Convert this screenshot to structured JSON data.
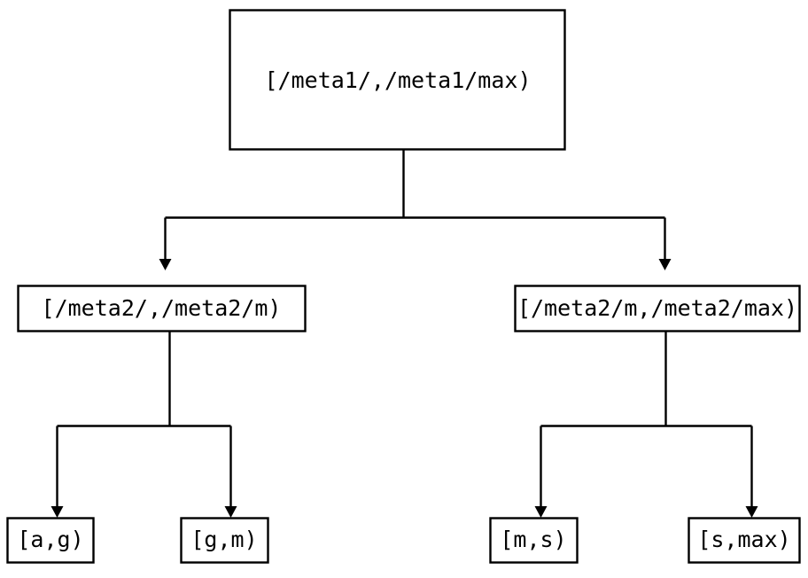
{
  "diagram": {
    "type": "tree",
    "title": "",
    "background_color": "#ffffff",
    "line_color": "#000000",
    "text_color": "#000000",
    "nodes": {
      "root": {
        "label": "[/meta1/,/meta1/max)"
      },
      "mid_left": {
        "label": "[/meta2/,/meta2/m)"
      },
      "mid_right": {
        "label": "[/meta2/m,/meta2/max)"
      },
      "leaf_1": {
        "label": "[a,g)"
      },
      "leaf_2": {
        "label": "[g,m)"
      },
      "leaf_3": {
        "label": "[m,s)"
      },
      "leaf_4": {
        "label": "[s,max)"
      }
    },
    "edges": [
      {
        "from": "root",
        "to": "mid_left",
        "arrow": "down"
      },
      {
        "from": "root",
        "to": "mid_right",
        "arrow": "down"
      },
      {
        "from": "mid_left",
        "to": "leaf_1",
        "arrow": "down"
      },
      {
        "from": "mid_left",
        "to": "leaf_2",
        "arrow": "down"
      },
      {
        "from": "mid_right",
        "to": "leaf_3",
        "arrow": "down"
      },
      {
        "from": "mid_right",
        "to": "leaf_4",
        "arrow": "down"
      }
    ]
  }
}
